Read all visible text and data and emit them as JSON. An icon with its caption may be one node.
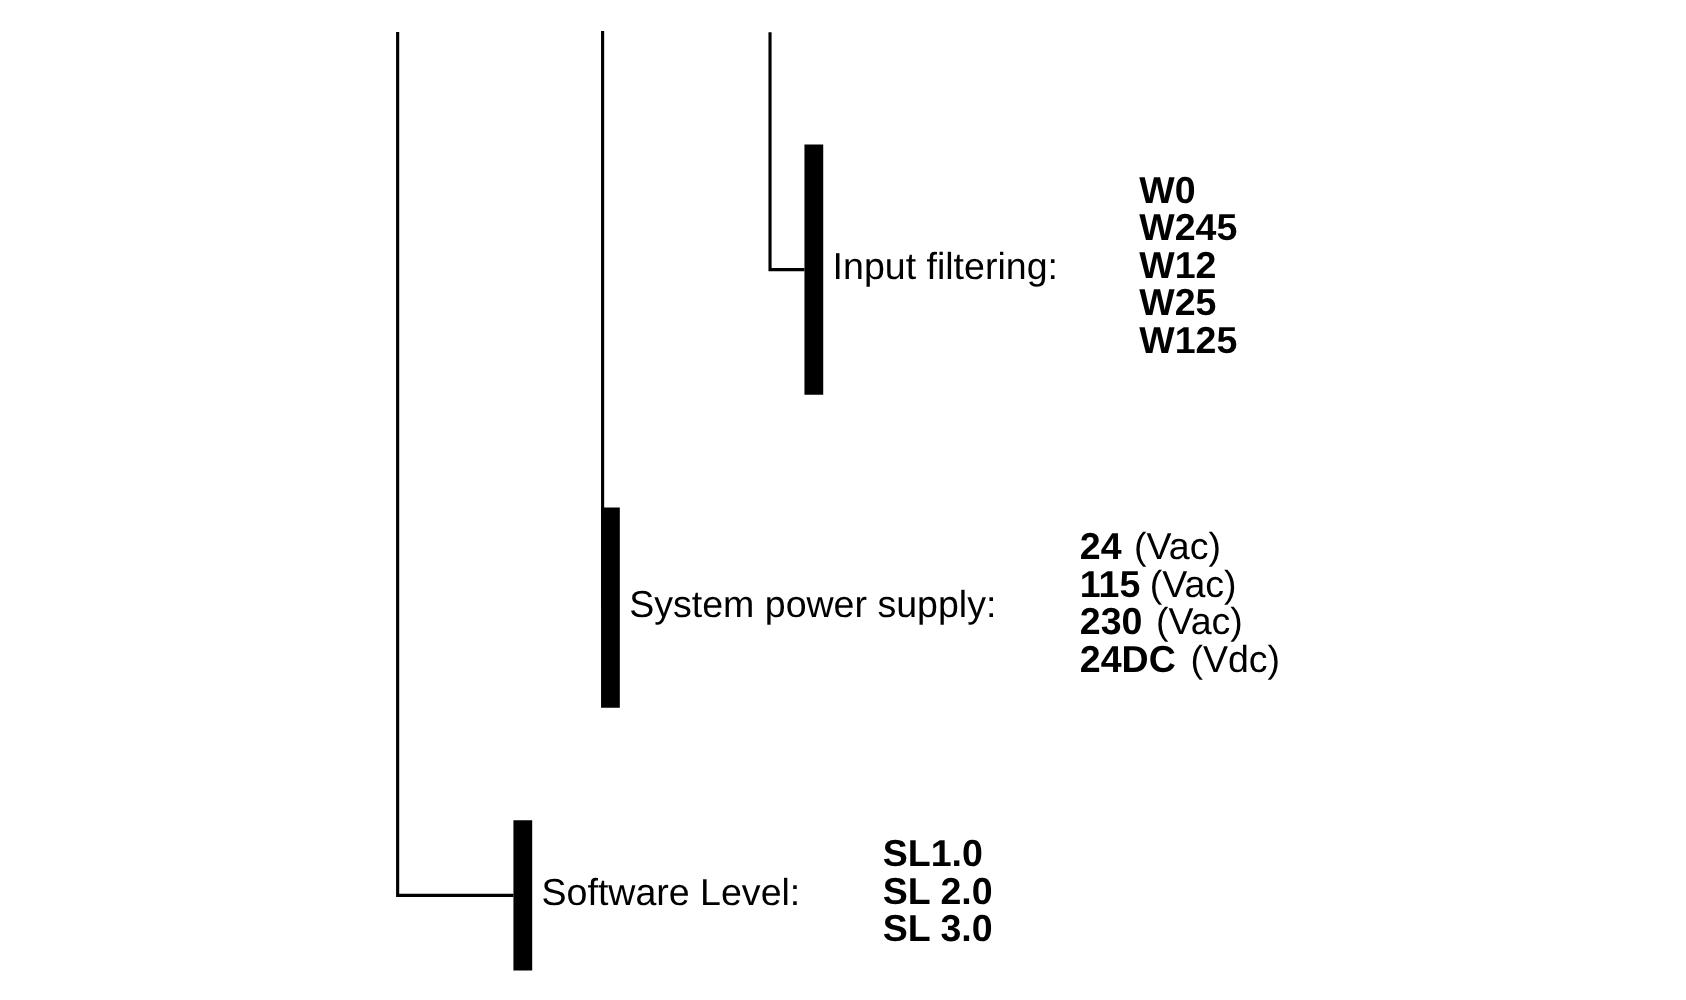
{
  "diagram": {
    "nodes": [
      {
        "text": [
          "Input filtering:"
        ],
        "beside": [
          "**W0**",
          "**W245**",
          "**W12**",
          "**W25**",
          "**W125**"
        ]
      },
      {
        "text": [
          "System power supply:"
        ],
        "beside": [
          "**24** (Vac)",
          "**115** (Vac)",
          "**230** (Vac)",
          "**24DC** (Vdc)"
        ]
      },
      {
        "text": [
          "Software Level:"
        ],
        "beside": [
          "**SL1.0**",
          "**SL 2.0**",
          "**SL 3.0**"
        ]
      }
    ],
    "edges": [
      {
        "from": null,
        "to": 0,
        "arrow": "none"
      },
      {
        "from": null,
        "to": 1,
        "arrow": "none"
      },
      {
        "from": null,
        "to": 2,
        "arrow": "none"
      }
    ]
  }
}
